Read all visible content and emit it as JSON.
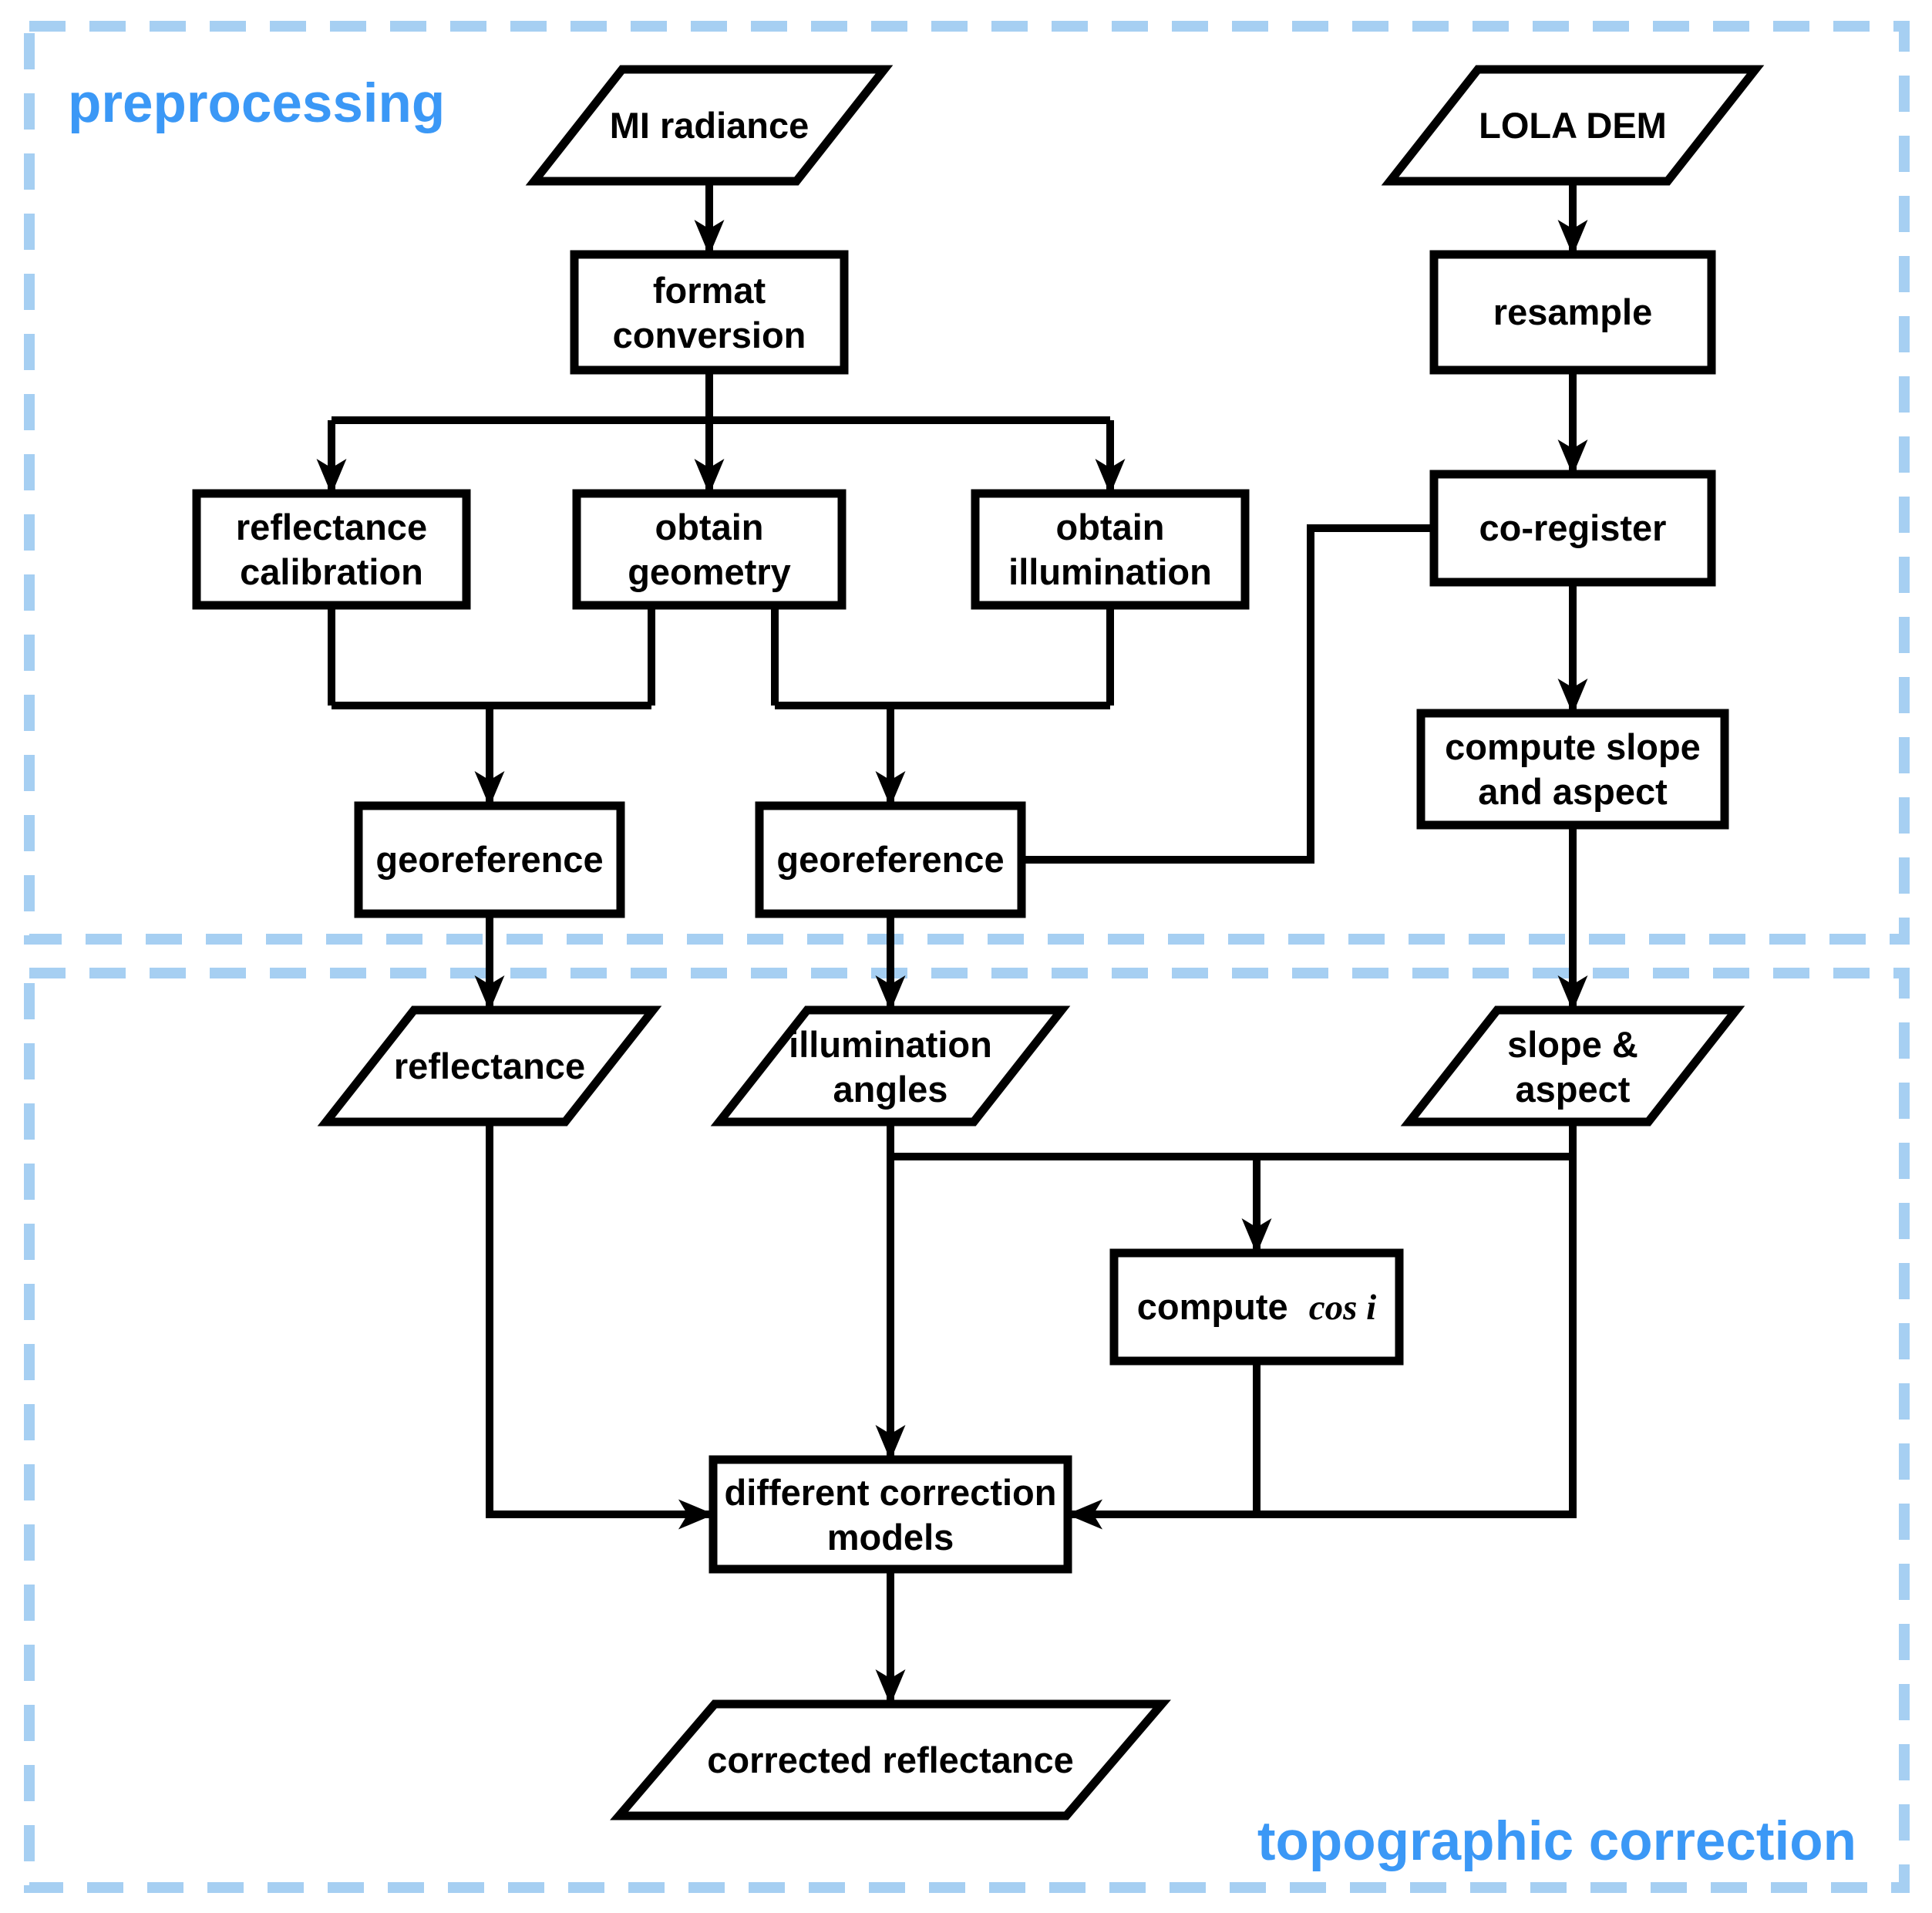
{
  "regions": {
    "preprocessing_label": "preprocessing",
    "topographic_correction_label": "topographic correction"
  },
  "colors": {
    "region_label": "#3b98f6",
    "dashed_border": "#a6cff2",
    "shape_stroke": "#000000",
    "connector": "#000000",
    "background": "#ffffff"
  },
  "nodes": {
    "mi_radiance": {
      "shape": "parallelogram",
      "label": "MI radiance"
    },
    "lola_dem": {
      "shape": "parallelogram",
      "label": "LOLA DEM"
    },
    "format_conversion": {
      "shape": "rect",
      "line1": "format",
      "line2": "conversion"
    },
    "resample": {
      "shape": "rect",
      "label": "resample"
    },
    "reflectance_calibration": {
      "shape": "rect",
      "line1": "reflectance",
      "line2": "calibration"
    },
    "obtain_geometry": {
      "shape": "rect",
      "line1": "obtain",
      "line2": "geometry"
    },
    "obtain_illumination": {
      "shape": "rect",
      "line1": "obtain",
      "line2": "illumination"
    },
    "co_register": {
      "shape": "rect",
      "label": "co-register"
    },
    "georeference_left": {
      "shape": "rect",
      "label": "georeference"
    },
    "georeference_middle": {
      "shape": "rect",
      "label": "georeference"
    },
    "compute_slope_aspect": {
      "shape": "rect",
      "line1": "compute slope",
      "line2": "and aspect"
    },
    "reflectance": {
      "shape": "parallelogram",
      "label": "reflectance"
    },
    "illumination_angles": {
      "shape": "parallelogram",
      "line1": "illumination",
      "line2": "angles"
    },
    "slope_aspect": {
      "shape": "parallelogram",
      "line1": "slope &",
      "line2": "aspect"
    },
    "compute_cos_i": {
      "shape": "rect",
      "label_regular": "compute",
      "label_math": "cos i"
    },
    "different_correction_models": {
      "shape": "rect",
      "line1": "different correction",
      "line2": "models"
    },
    "corrected_reflectance": {
      "shape": "parallelogram",
      "label": "corrected reflectance"
    }
  }
}
